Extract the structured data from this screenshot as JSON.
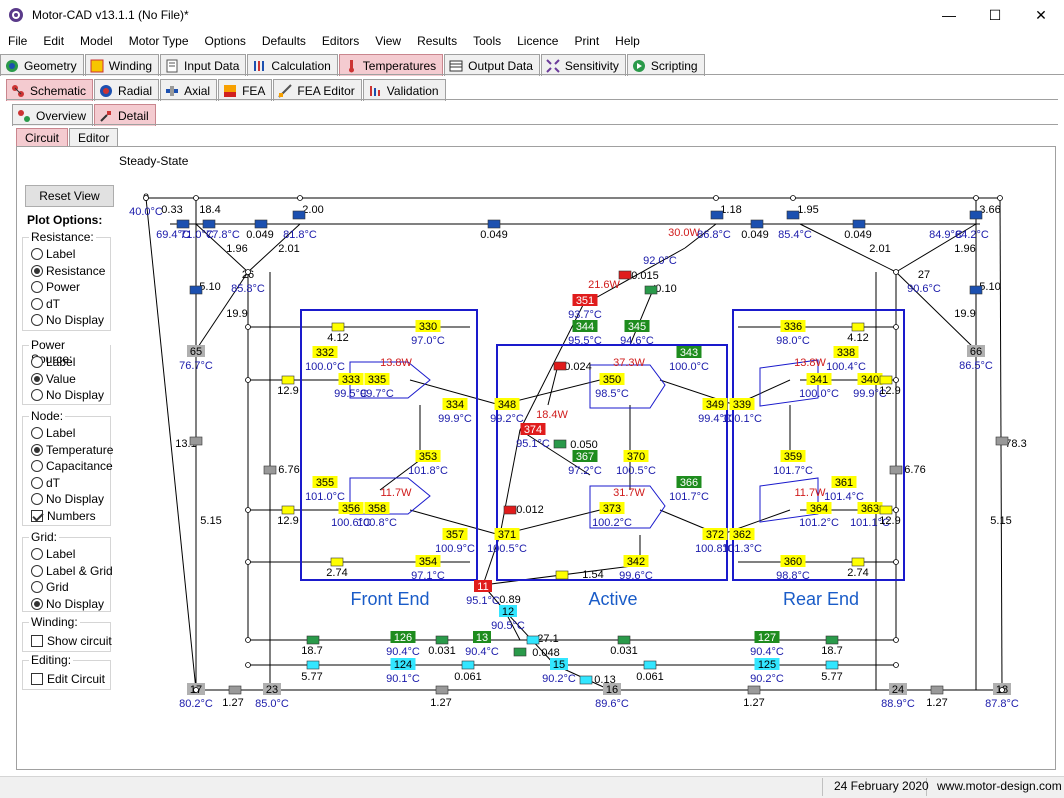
{
  "window": {
    "title": "Motor-CAD v13.1.1 (No File)*",
    "minimize": "—",
    "maximize": "☐",
    "close": "✕"
  },
  "menu": [
    "File",
    "Edit",
    "Model",
    "Motor Type",
    "Options",
    "Defaults",
    "Editors",
    "View",
    "Results",
    "Tools",
    "Licence",
    "Print",
    "Help"
  ],
  "tabs_main": [
    {
      "label": "Geometry",
      "icon": "geometry-icon"
    },
    {
      "label": "Winding",
      "icon": "winding-icon"
    },
    {
      "label": "Input Data",
      "icon": "input-data-icon"
    },
    {
      "label": "Calculation",
      "icon": "calculation-icon"
    },
    {
      "label": "Temperatures",
      "icon": "thermometer-icon",
      "active": true
    },
    {
      "label": "Output Data",
      "icon": "output-data-icon"
    },
    {
      "label": "Sensitivity",
      "icon": "sensitivity-icon"
    },
    {
      "label": "Scripting",
      "icon": "scripting-icon"
    }
  ],
  "tabs_sub": [
    {
      "label": "Schematic",
      "icon": "schematic-icon",
      "active": true
    },
    {
      "label": "Radial",
      "icon": "radial-icon"
    },
    {
      "label": "Axial",
      "icon": "axial-icon"
    },
    {
      "label": "FEA",
      "icon": "fea-icon"
    },
    {
      "label": "FEA Editor",
      "icon": "fea-editor-icon"
    },
    {
      "label": "Validation",
      "icon": "validation-icon"
    }
  ],
  "tabs_view": [
    {
      "label": "Overview",
      "icon": "overview-icon"
    },
    {
      "label": "Detail",
      "icon": "detail-icon",
      "active": true
    }
  ],
  "tabs_circuit": [
    {
      "label": "Circuit",
      "active": true
    },
    {
      "label": "Editor"
    }
  ],
  "mode_label": "Steady-State",
  "sidebar": {
    "reset_view": "Reset View",
    "plot_options": "Plot Options:",
    "resistance": {
      "title": "Resistance:",
      "options": [
        "Label",
        "Resistance",
        "Power",
        "dT",
        "No Display"
      ],
      "selected": 1
    },
    "power_source": {
      "title": "Power Source:",
      "options": [
        "Label",
        "Value",
        "No Display"
      ],
      "selected": 1
    },
    "node": {
      "title": "Node:",
      "options": [
        "Label",
        "Temperature",
        "Capacitance",
        "dT",
        "No Display"
      ],
      "selected": 1,
      "numbers_label": "Numbers",
      "numbers_checked": true
    },
    "grid": {
      "title": "Grid:",
      "options": [
        "Label",
        "Label & Grid",
        "Grid",
        "No Display"
      ],
      "selected": 3
    },
    "winding": {
      "title": "Winding:",
      "show_circuit": "Show circuit",
      "checked": false
    },
    "editing": {
      "title": "Editing:",
      "edit_circuit": "Edit Circuit",
      "checked": false
    }
  },
  "schematic": {
    "regions": {
      "front": "Front End",
      "active": "Active",
      "rear": "Rear End"
    },
    "nodes": [
      {
        "n": "330",
        "t": "97.0°C",
        "c": "yellow"
      },
      {
        "n": "332",
        "t": "100.0°C",
        "c": "yellow"
      },
      {
        "n": "333",
        "t": "99.5°C",
        "c": "yellow"
      },
      {
        "n": "335",
        "t": "99.7°C",
        "c": "yellow"
      },
      {
        "n": "334",
        "t": "99.9°C",
        "c": "yellow"
      },
      {
        "n": "353",
        "t": "101.8°C",
        "c": "yellow"
      },
      {
        "n": "355",
        "t": "101.0°C",
        "c": "yellow"
      },
      {
        "n": "356",
        "t": "100.6°C",
        "c": "yellow"
      },
      {
        "n": "358",
        "t": "100.8°C",
        "c": "yellow"
      },
      {
        "n": "357",
        "t": "100.9°C",
        "c": "yellow"
      },
      {
        "n": "354",
        "t": "97.1°C",
        "c": "yellow"
      },
      {
        "n": "348",
        "t": "99.2°C",
        "c": "yellow"
      },
      {
        "n": "350",
        "t": "98.5°C",
        "c": "yellow"
      },
      {
        "n": "349",
        "t": "99.4°C",
        "c": "yellow"
      },
      {
        "n": "370",
        "t": "100.5°C",
        "c": "yellow"
      },
      {
        "n": "371",
        "t": "100.5°C",
        "c": "yellow"
      },
      {
        "n": "373",
        "t": "100.2°C",
        "c": "yellow"
      },
      {
        "n": "372",
        "t": "100.8°C",
        "c": "yellow"
      },
      {
        "n": "342",
        "t": "99.6°C",
        "c": "yellow"
      },
      {
        "n": "336",
        "t": "98.0°C",
        "c": "yellow"
      },
      {
        "n": "338",
        "t": "100.4°C",
        "c": "yellow"
      },
      {
        "n": "339",
        "t": "100.1°C",
        "c": "yellow"
      },
      {
        "n": "341",
        "t": "100.0°C",
        "c": "yellow"
      },
      {
        "n": "340",
        "t": "99.9°C",
        "c": "yellow"
      },
      {
        "n": "359",
        "t": "101.7°C",
        "c": "yellow"
      },
      {
        "n": "361",
        "t": "101.4°C",
        "c": "yellow"
      },
      {
        "n": "362",
        "t": "101.3°C",
        "c": "yellow"
      },
      {
        "n": "364",
        "t": "101.2°C",
        "c": "yellow"
      },
      {
        "n": "363",
        "t": "101.1°C",
        "c": "yellow"
      },
      {
        "n": "360",
        "t": "98.8°C",
        "c": "yellow"
      },
      {
        "n": "344",
        "t": "95.5°C",
        "c": "green"
      },
      {
        "n": "345",
        "t": "94.6°C",
        "c": "green"
      },
      {
        "n": "343",
        "t": "100.0°C",
        "c": "green"
      },
      {
        "n": "367",
        "t": "97.2°C",
        "c": "green"
      },
      {
        "n": "366",
        "t": "101.7°C",
        "c": "green"
      },
      {
        "n": "351",
        "t": "93.7°C",
        "c": "red"
      },
      {
        "n": "374",
        "t": "95.1°C",
        "c": "red"
      },
      {
        "n": "11",
        "t": "95.1°C",
        "c": "red"
      },
      {
        "n": "126",
        "t": "90.4°C",
        "c": "green"
      },
      {
        "n": "13",
        "t": "90.4°C",
        "c": "green"
      },
      {
        "n": "127",
        "t": "90.4°C",
        "c": "green"
      },
      {
        "n": "124",
        "t": "90.1°C",
        "c": "cyan"
      },
      {
        "n": "125",
        "t": "90.2°C",
        "c": "cyan"
      },
      {
        "n": "12",
        "t": "90.5°C",
        "c": "cyan"
      },
      {
        "n": "15",
        "t": "90.2°C",
        "c": "cyan"
      },
      {
        "n": "65",
        "t": "76.7°C",
        "c": "gray"
      },
      {
        "n": "66",
        "t": "86.5°C",
        "c": "gray"
      },
      {
        "n": "17",
        "t": "80.2°C",
        "c": "gray"
      },
      {
        "n": "23",
        "t": "85.0°C",
        "c": "gray"
      },
      {
        "n": "16",
        "t": "89.6°C",
        "c": "gray"
      },
      {
        "n": "24",
        "t": "88.9°C",
        "c": "gray"
      },
      {
        "n": "18",
        "t": "87.8°C",
        "c": "gray"
      },
      {
        "n": "26",
        "t": "85.8°C",
        "c": "none"
      },
      {
        "n": "27",
        "t": "90.6°C",
        "c": "none"
      },
      {
        "n": "0",
        "t": "40.0°C",
        "c": "none"
      }
    ],
    "powers": [
      "13.8W",
      "37.3W",
      "13.8W",
      "18.4W",
      "11.7W",
      "31.7W",
      "11.7W",
      "21.6W",
      "30.0W"
    ],
    "resistances": [
      "0.33",
      "18.4",
      "2.00",
      "1.18",
      "1.95",
      "3.66",
      "0.049",
      "0.049",
      "0.049",
      "0.049",
      "1.96",
      "2.01",
      "2.01",
      "1.96",
      "5.10",
      "5.10",
      "19.9",
      "19.9",
      "13.1",
      "78.3",
      "6.76",
      "6.76",
      "5.15",
      "5.15",
      "4.12",
      "4.12",
      "12.9",
      "12.9",
      "12.9",
      "12.9",
      "2.74",
      "2.74",
      "0.015",
      "0.10",
      "0.024",
      "0.050",
      "0.012",
      "1.54",
      "0.89",
      "27.1",
      "0.048",
      "0.13",
      "18.7",
      "18.7",
      "0.031",
      "0.031",
      "0.061",
      "0.061",
      "5.77",
      "5.77",
      "1.27",
      "1.27",
      "1.27",
      "1.27"
    ],
    "misc_temps": [
      "69.4°C",
      "71.0°C",
      "77.8°C",
      "81.8°C",
      "86.8°C",
      "85.4°C",
      "84.9°C",
      "84.2°C",
      "92.0°C"
    ]
  },
  "status": {
    "date": "24 February 2020",
    "website": "www.motor-design.com"
  }
}
